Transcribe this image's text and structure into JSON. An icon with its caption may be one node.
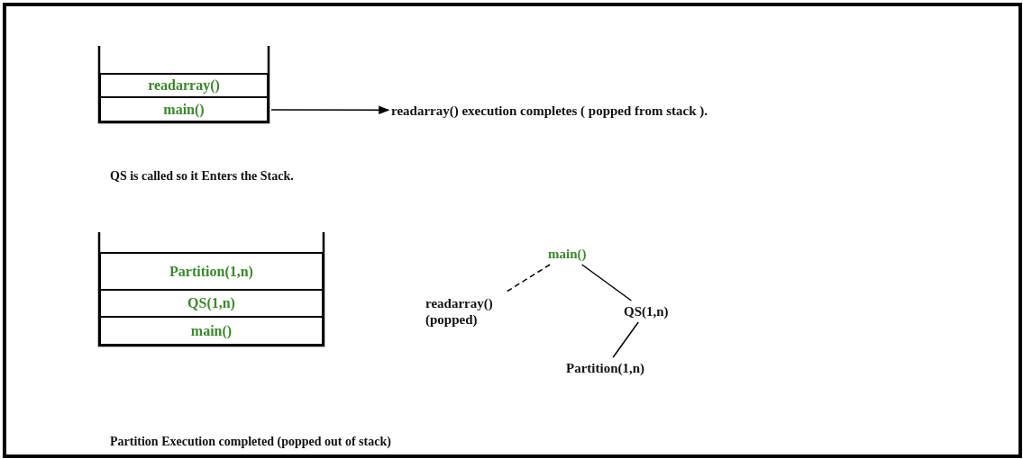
{
  "diagram": {
    "nodes": [
      {
        "text": [
          "readarray()"
        ]
      },
      {
        "text": [
          "main()"
        ]
      },
      {
        "text": [
          "readarray() execution completes ( popped from stack )."
        ]
      },
      {
        "text": [
          "Partition(1,n)"
        ]
      },
      {
        "text": [
          "QS(1,n)"
        ]
      },
      {
        "text": [
          "main()"
        ]
      },
      {
        "text": [
          "main()"
        ]
      },
      {
        "text": [
          "readarray() (popped)"
        ]
      },
      {
        "text": [
          "QS(1,n)"
        ]
      },
      {
        "text": [
          "Partition(1,n)"
        ]
      }
    ],
    "edges": [
      {
        "from": 1,
        "to": 2,
        "arrow": "to"
      },
      {
        "from": 6,
        "to": 7,
        "arrow": "none",
        "style": "dashed"
      },
      {
        "from": 6,
        "to": 8,
        "arrow": "none"
      },
      {
        "from": 8,
        "to": 9,
        "arrow": "none"
      }
    ],
    "labels": [
      "QS is called so it Enters the Stack.",
      "Partition Execution completed (popped out of stack)"
    ]
  }
}
